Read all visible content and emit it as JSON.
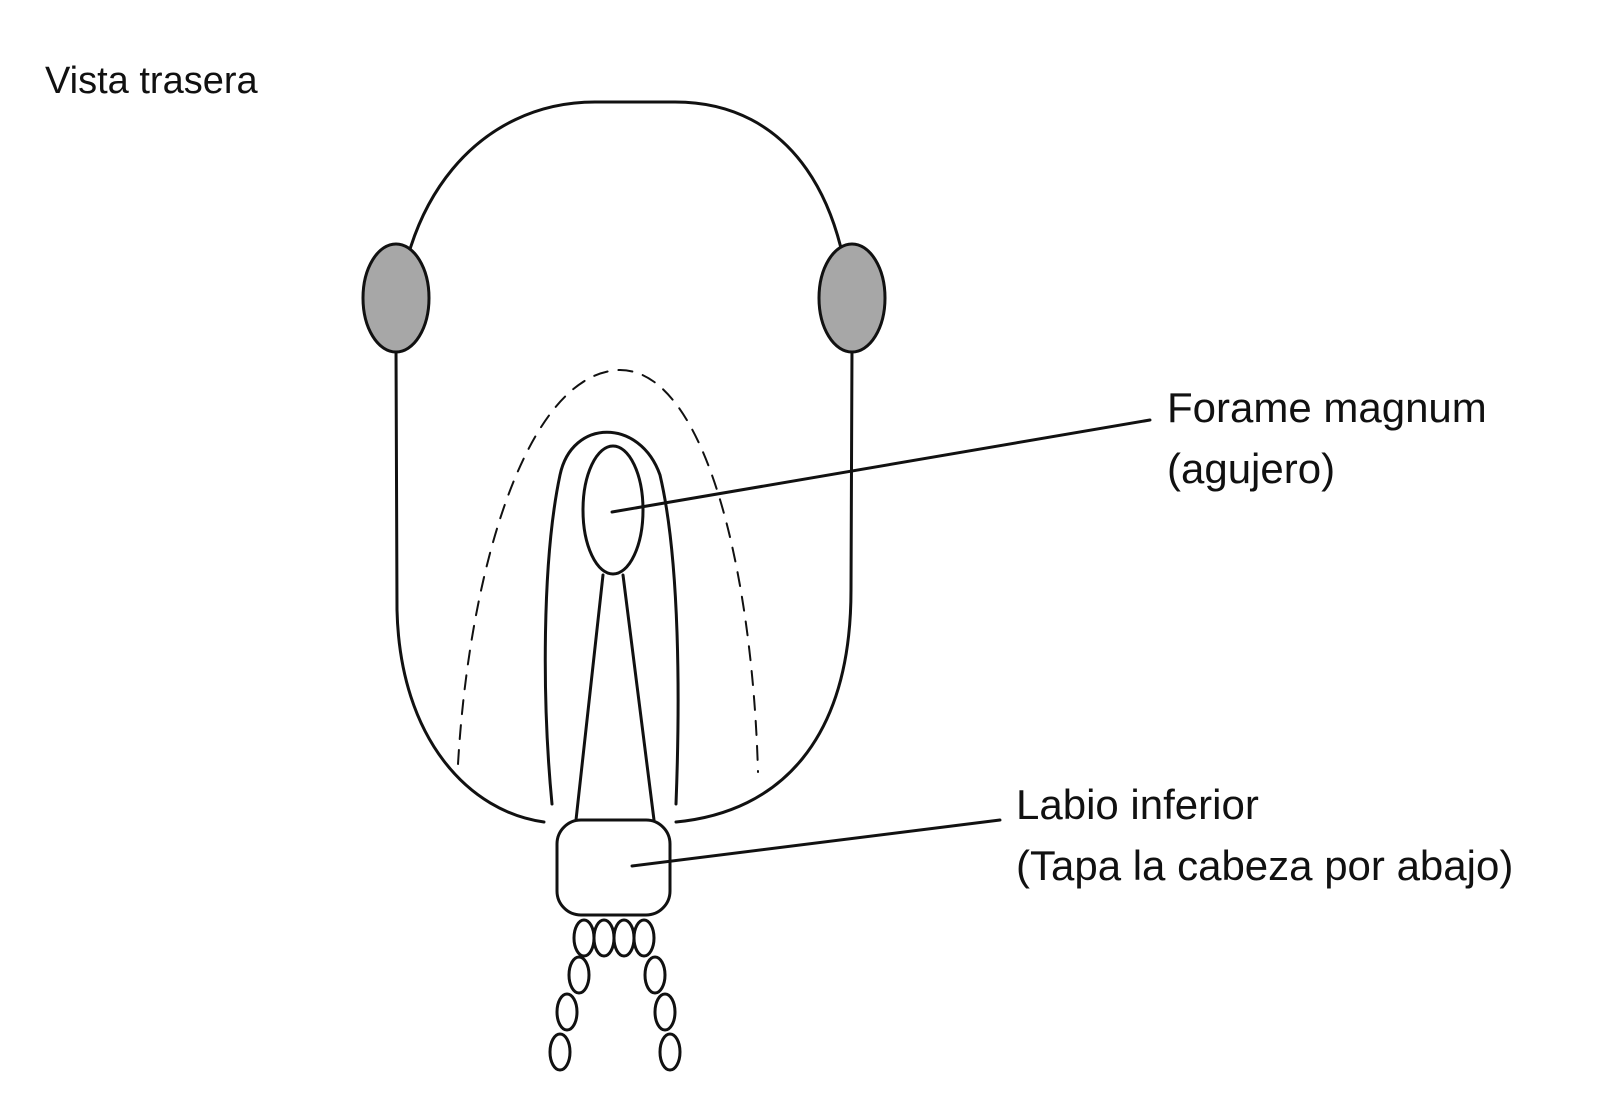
{
  "title": "Vista trasera",
  "labels": {
    "foramen": {
      "line1": "Forame magnum",
      "line2": "(agujero)"
    },
    "labium": {
      "line1": "Labio inferior",
      "line2": "(Tapa la cabeza por abajo)"
    }
  },
  "colors": {
    "stroke": "#111111",
    "eye_fill": "#a7a7a7",
    "background": "#ffffff"
  }
}
